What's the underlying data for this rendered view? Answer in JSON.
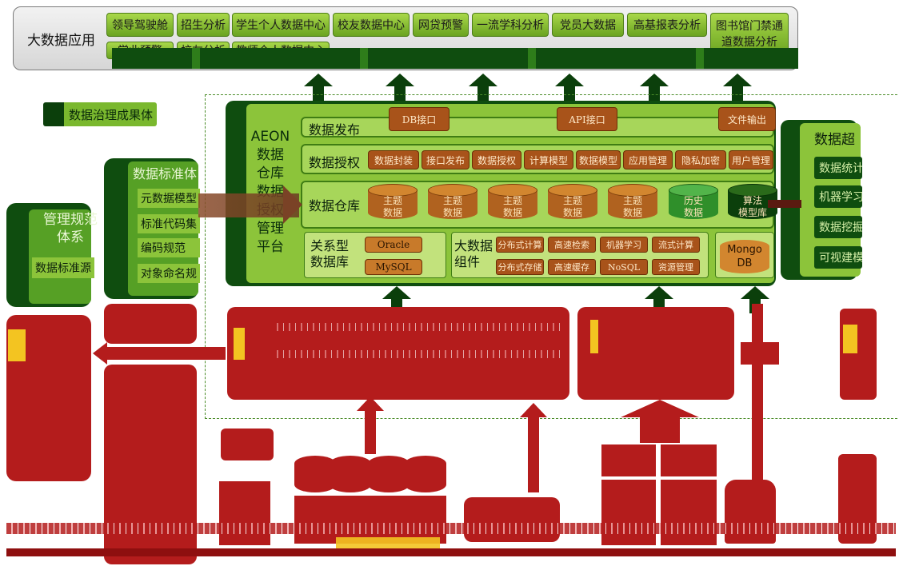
{
  "app_bar": {
    "title": "大数据应用",
    "row1": [
      "领导驾驶舱",
      "招生分析",
      "学生个人数据中心",
      "校友数据中心",
      "网贷预警",
      "一流学科分析",
      "党员大数据",
      "高基报表分析"
    ],
    "row2": [
      "学业预警",
      "校友分析",
      "教师个人数据中心"
    ],
    "side_app": [
      "图书馆门禁通",
      "道数据分析"
    ]
  },
  "governance": {
    "label": "数据治理成果体"
  },
  "platform": {
    "title_lines": [
      "AEON",
      "数据",
      "仓库",
      "数据",
      "授权",
      "管理",
      "平台"
    ],
    "publish": {
      "label": "数据发布",
      "items": [
        "DB接口",
        "API接口",
        "文件输出"
      ]
    },
    "auth": {
      "label": "数据授权",
      "items": [
        "数据封装",
        "接口发布",
        "数据授权",
        "计算模型",
        "数据模型",
        "应用管理",
        "隐私加密",
        "用户管理"
      ]
    },
    "warehouse": {
      "label": "数据仓库",
      "cylinders": [
        {
          "l1": "主题",
          "l2": "数据"
        },
        {
          "l1": "主题",
          "l2": "数据"
        },
        {
          "l1": "主题",
          "l2": "数据"
        },
        {
          "l1": "主题",
          "l2": "数据"
        },
        {
          "l1": "主题",
          "l2": "数据"
        },
        {
          "l1": "历史",
          "l2": "数据"
        },
        {
          "l1": "算法",
          "l2": "模型库"
        }
      ]
    },
    "relational": {
      "label1": "关系型",
      "label2": "数据库",
      "items": [
        "Oracle",
        "MySQL"
      ]
    },
    "bigdata": {
      "label1": "大数据",
      "label2": "组件",
      "items": [
        "分布式计算",
        "高速检索",
        "机器学习",
        "流式计算",
        "分布式存储",
        "高速缓存",
        "NoSQL",
        "资源管理"
      ]
    },
    "mongo": {
      "l1": "Mongo",
      "l2": "DB"
    }
  },
  "super": {
    "title": "数据超",
    "items": [
      "数据统计",
      "机器学习",
      "数据挖掘",
      "可视建模"
    ]
  },
  "management": {
    "title": [
      "管理规范",
      "体系"
    ],
    "item": "数据标准源"
  },
  "standards": {
    "title": "数据标准体",
    "items": [
      "元数据模型",
      "标准代码集",
      "编码规范",
      "对象命名规"
    ]
  },
  "colors": {
    "dark_green": "#0f4d0f",
    "light_green": "#8cc43a",
    "brown": "#a8531a",
    "red": "#b41c1c",
    "yellow": "#f3c421"
  }
}
